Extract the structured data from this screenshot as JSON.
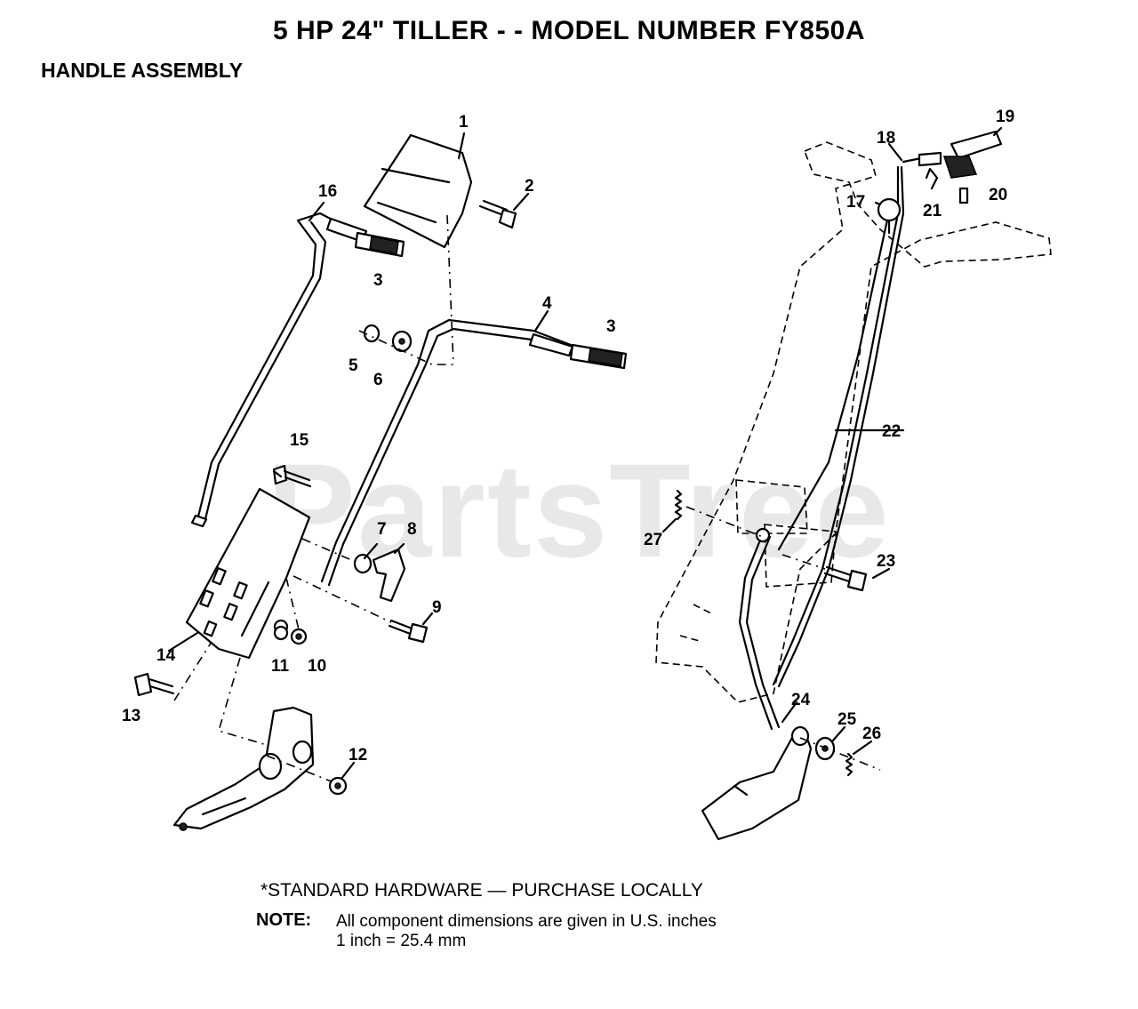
{
  "title": "5 HP  24\" TILLER - - MODEL NUMBER FY850A",
  "subtitle": "HANDLE ASSEMBLY",
  "watermark": "PartsTree",
  "callouts": {
    "c1": "1",
    "c2": "2",
    "c3a": "3",
    "c3b": "3",
    "c4": "4",
    "c5": "5",
    "c6": "6",
    "c7": "7",
    "c8": "8",
    "c9": "9",
    "c10": "10",
    "c11": "11",
    "c12": "12",
    "c13": "13",
    "c14": "14",
    "c15": "15",
    "c16": "16",
    "c17": "17",
    "c18": "18",
    "c19": "19",
    "c20": "20",
    "c21": "21",
    "c22": "22",
    "c23": "23",
    "c24": "24",
    "c25": "25",
    "c26": "26",
    "c27": "27"
  },
  "footnote": "*STANDARD HARDWARE — PURCHASE LOCALLY",
  "note": {
    "label": "NOTE:",
    "line1": "All component dimensions are given in U.S. inches",
    "line2": "1 inch = 25.4 mm"
  }
}
